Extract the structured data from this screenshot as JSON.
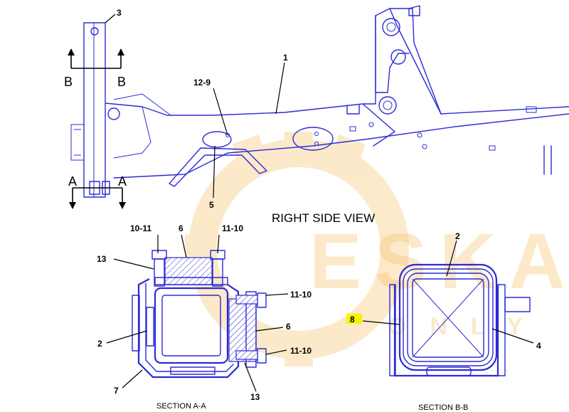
{
  "view_title": "RIGHT SIDE VIEW",
  "section_titles": {
    "aa": "SECTION A-A",
    "bb": "SECTION B-B"
  },
  "cut_letters": {
    "b_left": "B",
    "b_right": "B",
    "a_left": "A",
    "a_right": "A"
  },
  "callouts": {
    "c3": "3",
    "c1": "1",
    "c12_9": "12-9",
    "c5": "5",
    "c10_11": "10-11",
    "c6_top": "6",
    "c11_10_top": "11-10",
    "c13_top": "13",
    "c11_10_mid": "11-10",
    "c2_left": "2",
    "c6_right": "6",
    "c11_10_bot": "11-10",
    "c7": "7",
    "c13_bot": "13",
    "c2_right": "2",
    "c8": "8",
    "c4": "4"
  },
  "watermark": {
    "brand": "ESKA",
    "sub": "ONLY"
  },
  "colors": {
    "line": "#2b2bd6",
    "highlight": "#f7f300",
    "watermark": "#f5c26b"
  }
}
